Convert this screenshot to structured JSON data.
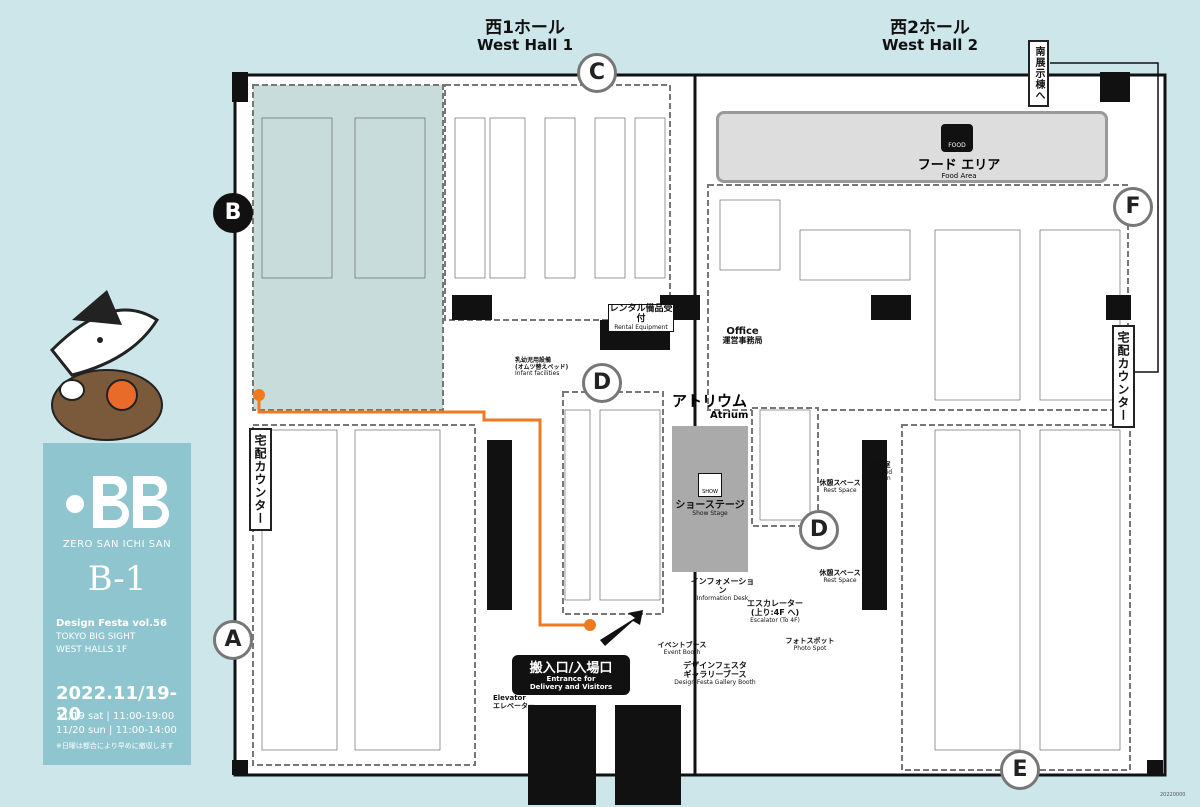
{
  "halls": {
    "west1_jp": "西1ホール",
    "west1_en": "West Hall 1",
    "west2_jp": "西2ホール",
    "west2_en": "West Hall 2"
  },
  "areas": {
    "a": "A",
    "b": "B",
    "c": "C",
    "d": "D",
    "e": "E",
    "f": "F"
  },
  "labels": {
    "south_exhibit": "南展示棟へ",
    "food_jp": "フード エリア",
    "food_en": "Food Area",
    "food_icon_text": "FOOD",
    "rental_jp": "レンタル備品受付",
    "rental_en": "Rental Equipment",
    "office_en": "Office",
    "office_jp": "運営事務局",
    "atrium_jp": "アトリウム",
    "atrium_en": "Atrium",
    "stage_jp": "ショーステージ",
    "stage_en": "Show Stage",
    "stage_icon_text": "SHOW",
    "info_jp": "インフォメーション",
    "info_en": "Information Desk",
    "event_jp": "イベントブース",
    "event_en": "Event Booth",
    "photo_jp": "フォトスポット",
    "photo_en": "Photo Spot",
    "gallery_jp1": "デザインフェスタ",
    "gallery_jp2": "ギャラリーブース",
    "gallery_en": "Design Festa Gallery Booth",
    "entrance_jp": "搬入口/入場口",
    "entrance_en1": "Entrance for",
    "entrance_en2": "Delivery and Visitors",
    "elevator_en": "Elevator",
    "elevator_jp": "エレベーター",
    "escalator_jp": "エスカレーター",
    "escalator_jp2": "(上り:4F へ)",
    "escalator_en": "Escalator (To 4F)",
    "rest_jp": "休憩スペース",
    "rest_en": "Rest Space",
    "first_aid_jp": "救護室",
    "first_aid_en": "First-Aid Station",
    "infant_jp": "乳幼児用設備",
    "infant_jp2": "(オムツ替えベッド)",
    "infant_en": "Infant facilities",
    "delivery_counter": "宅配カウンター",
    "footer_code": "20220000"
  },
  "info_panel": {
    "circle_name": "ZERO SAN ICHI SAN",
    "booth": "B-1",
    "event": "Design Festa vol.56",
    "venue": "TOKYO BIG SIGHT",
    "halls": "WEST HALLS 1F",
    "date": "2022.11/19-20",
    "time_sat": "11/19 sat | 11:00-19:00",
    "time_sun": "11/20 sun | 11:00-14:00",
    "note": "※日曜は都合により早めに撤収します"
  },
  "colors": {
    "background": "#cde6ea",
    "panel": "#8fc5cf",
    "route": "#f07a20",
    "highlight_block": "#c9dcdc"
  }
}
